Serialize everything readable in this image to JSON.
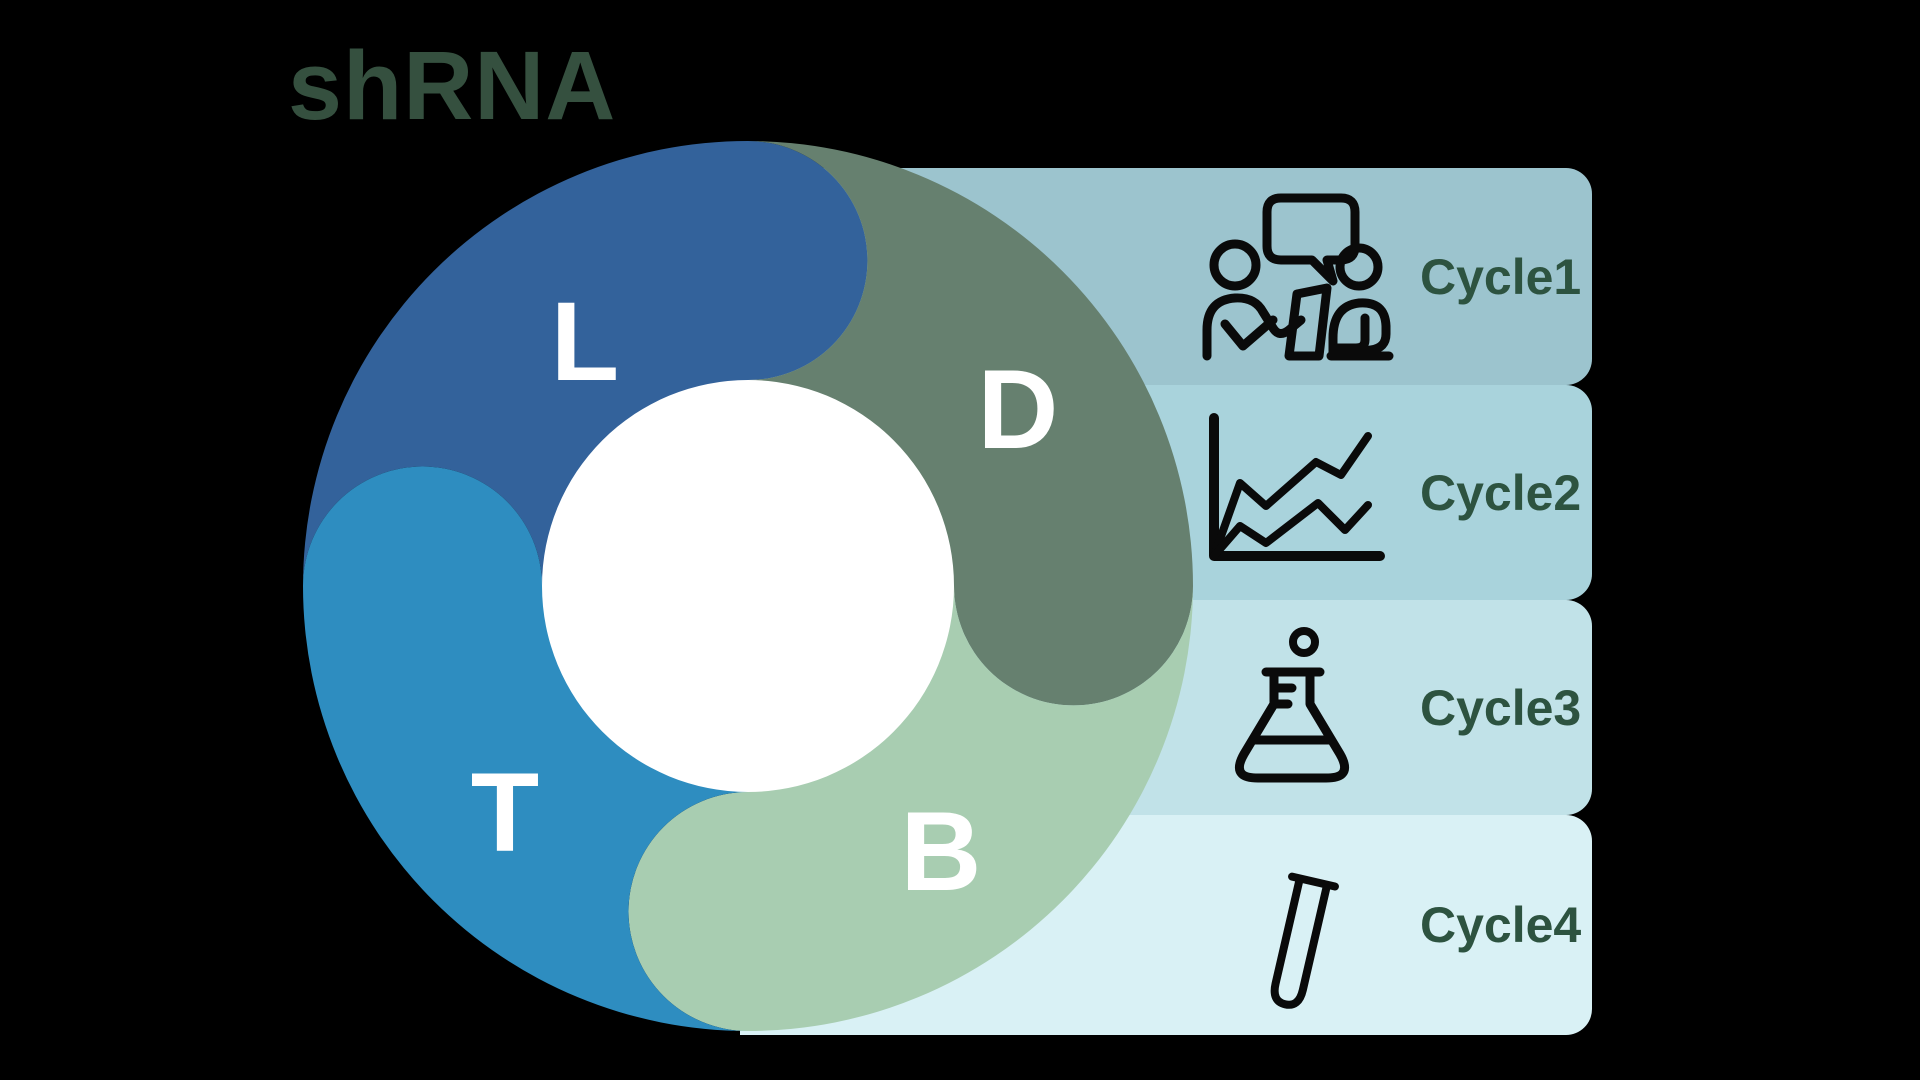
{
  "title": "shRNA",
  "colors": {
    "background": "#000000",
    "title_green": "#35503F",
    "label_green": "#2D5340",
    "center_white": "#FFFFFF",
    "icon_black": "#0A0A0A"
  },
  "diagram": {
    "segments": [
      {
        "letter": "L",
        "color": "#33629B"
      },
      {
        "letter": "D",
        "color": "#66806F"
      },
      {
        "letter": "B",
        "color": "#A8CDB1"
      },
      {
        "letter": "T",
        "color": "#2E8DC0"
      }
    ]
  },
  "bands": [
    {
      "label": "Cycle1",
      "icon": "discussion-icon",
      "color": "#9CC4CE"
    },
    {
      "label": "Cycle2",
      "icon": "line-chart-icon",
      "color": "#A9D3DC"
    },
    {
      "label": "Cycle3",
      "icon": "flask-icon",
      "color": "#C1E2E8"
    },
    {
      "label": "Cycle4",
      "icon": "test-tube-icon",
      "color": "#D9F1F5"
    }
  ]
}
